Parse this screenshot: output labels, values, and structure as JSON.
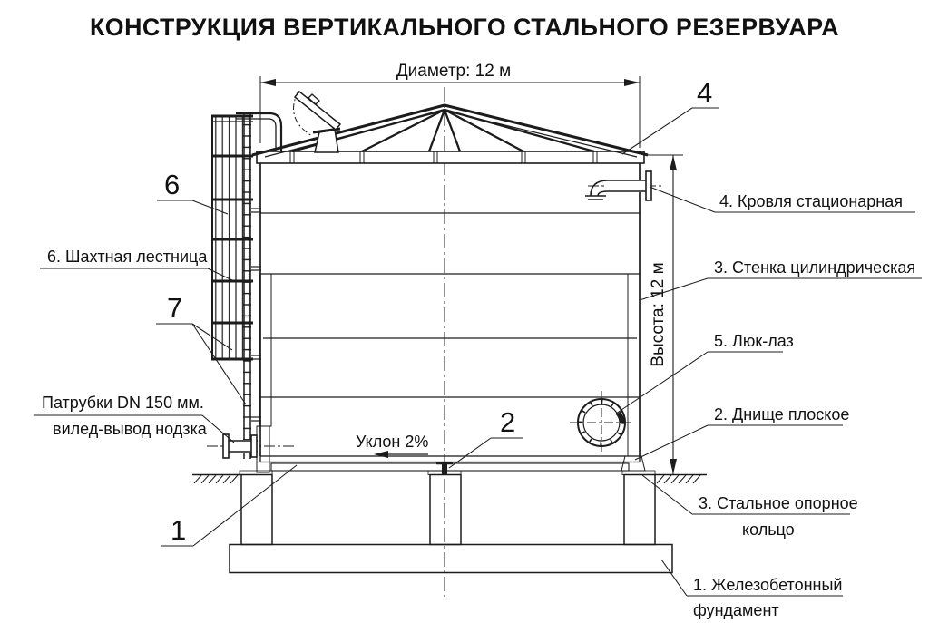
{
  "title": "КОНСТРУКЦИЯ ВЕРТИКАЛЬНОГО СТАЛЬНОГО РЕЗЕРВУАРА",
  "dimensions": {
    "diameter": "Диаметр: 12 м",
    "height": "Высота: 12 м",
    "slope": "Уклон 2%"
  },
  "part_numbers": {
    "roof": "4",
    "ladder": "6",
    "brackets": "7",
    "foundation": "1",
    "bottom_center": "2"
  },
  "labels": {
    "roof": "4. Кровля стационарная",
    "wall": "3. Стенка цилиндрическая",
    "manhole": "5. Люк-лаз",
    "bottom": "2. Днище плоское",
    "support_ring_1": "3. Стальное опорное",
    "support_ring_2": "кольцо",
    "foundation_1": "1. Железобетонный",
    "foundation_2": "фундамент",
    "ladder": "6. Шахтная лестница",
    "nozzles_1": "Патрубки DN 150 мм.",
    "nozzles_2": "вилед-вывод нодзка"
  },
  "colors": {
    "line": "#1c1c1c",
    "background": "#ffffff"
  }
}
